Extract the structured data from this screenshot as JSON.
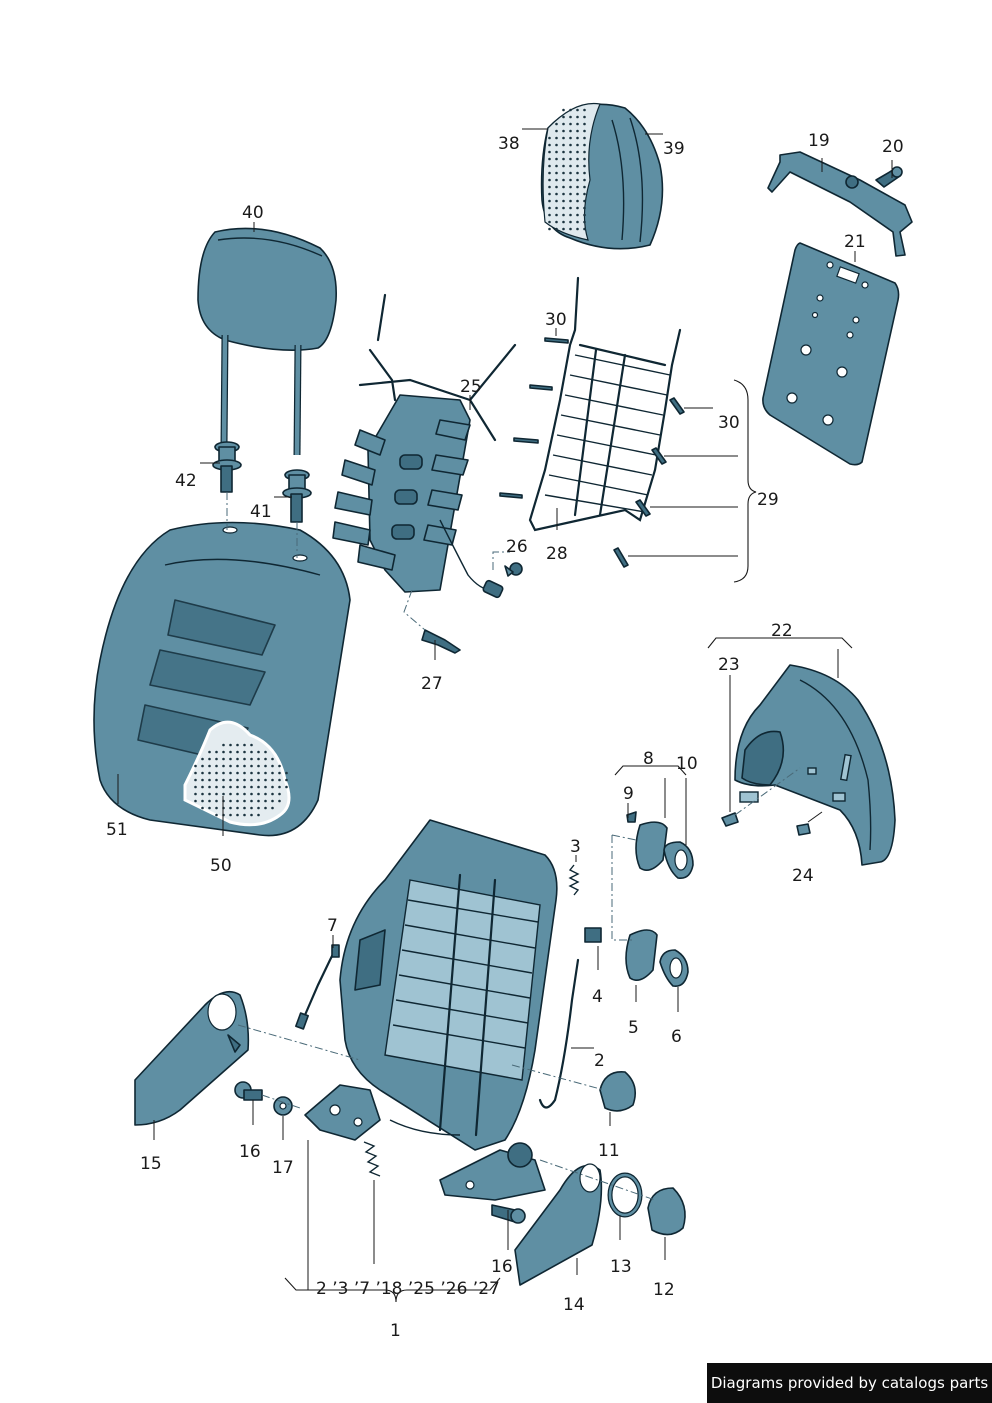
{
  "labels": {
    "l1": "1",
    "l2": "2",
    "l3": "3",
    "l4": "4",
    "l5": "5",
    "l6": "6",
    "l7": "7",
    "l8": "8",
    "l9": "9",
    "l10": "10",
    "l11": "11",
    "l12": "12",
    "l13": "13",
    "l14": "14",
    "l15": "15",
    "l16a": "16",
    "l16b": "16",
    "l17": "17",
    "l19": "19",
    "l20": "20",
    "l21": "21",
    "l22": "22",
    "l23": "23",
    "l24": "24",
    "l25": "25",
    "l26": "26",
    "l27": "27",
    "l28": "28",
    "l29": "29",
    "l30a": "30",
    "l30b": "30",
    "l38": "38",
    "l39": "39",
    "l40": "40",
    "l41": "41",
    "l42": "42",
    "l50": "50",
    "l51": "51",
    "group": "2 ’3 ’7 ’18 ’25  ’26  ’27"
  },
  "credit": "Diagrams provided by catalogs parts",
  "colors": {
    "part": "#5f8fa3",
    "outline": "#0f2733",
    "credit_bg": "#0d0d0d"
  }
}
